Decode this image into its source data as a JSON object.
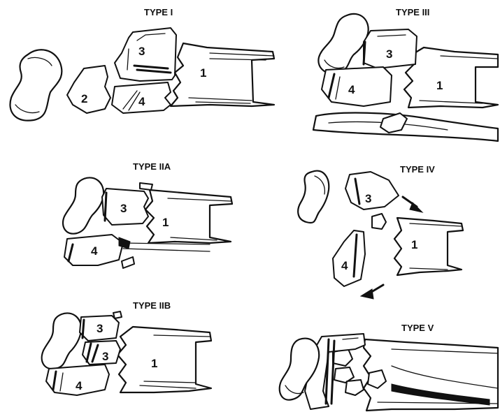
{
  "panels": [
    {
      "title": "TYPE I",
      "labels": [
        "1",
        "2",
        "3",
        "4"
      ]
    },
    {
      "title": "TYPE III",
      "labels": [
        "1",
        "3",
        "4"
      ]
    },
    {
      "title": "TYPE IIA",
      "labels": [
        "1",
        "3",
        "4"
      ]
    },
    {
      "title": "TYPE IV",
      "labels": [
        "1",
        "3",
        "4"
      ]
    },
    {
      "title": "TYPE IIB",
      "labels": [
        "1",
        "3",
        "3",
        "4"
      ]
    },
    {
      "title": "TYPE V",
      "labels": []
    }
  ],
  "colors": {
    "ink": "#111111",
    "paper": "#ffffff"
  }
}
